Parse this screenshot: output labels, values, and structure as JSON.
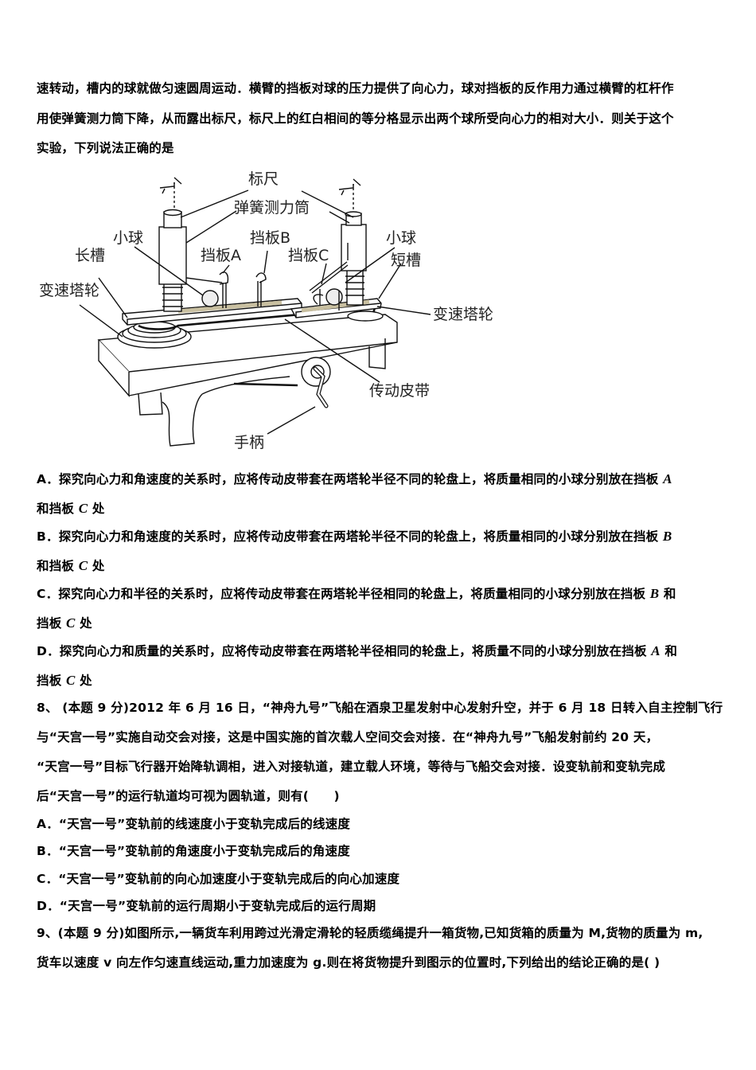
{
  "intro": {
    "lines": [
      "速转动，槽内的球就做匀速圆周运动．横臂的挡板对球的压力提供了向心力，球对挡板的反作用力通过横臂的杠杆作",
      "用使弹簧测力筒下降，从而露出标尺，标尺上的红白相间的等分格显示出两个球所受向心力的相对大小．则关于这个",
      "实验，下列说法正确的是"
    ]
  },
  "figure": {
    "labels": {
      "scale": "标尺",
      "spring_cylinder": "弹簧测力筒",
      "ball_left": "小球",
      "ball_right": "小球",
      "baffle_a": "挡板A",
      "baffle_b": "挡板B",
      "baffle_c": "挡板C",
      "long_slot": "长槽",
      "short_slot": "短槽",
      "pulley_left": "变速塔轮",
      "pulley_right": "变速塔轮",
      "belt": "传动皮带",
      "handle": "手柄"
    },
    "colors": {
      "slot_strip": "#c8bfa0",
      "stroke": "#111111"
    }
  },
  "q7_options": [
    {
      "line1_pre": "A．探究向心力和角速度的关系时，应将传动皮带套在两塔轮半径不同的轮盘上，将质量相同的小球分别放在挡板 ",
      "line1_it": "A",
      "line1_post": "",
      "line2_pre": "和挡板 ",
      "line2_it": "C",
      "line2_post": " 处"
    },
    {
      "line1_pre": "B．探究向心力和角速度的关系时，应将传动皮带套在两塔轮半径不同的轮盘上，将质量相同的小球分别放在挡板 ",
      "line1_it": "B",
      "line1_post": "",
      "line2_pre": "和挡板 ",
      "line2_it": "C",
      "line2_post": " 处"
    },
    {
      "line1_pre": "C．探究向心力和半径的关系时，应将传动皮带套在两塔轮半径相同的轮盘上，将质量相同的小球分别放在挡板 ",
      "line1_it": "B",
      "line1_post": " 和",
      "line2_pre": "挡板 ",
      "line2_it": "C",
      "line2_post": " 处"
    },
    {
      "line1_pre": "D．探究向心力和质量的关系时，应将传动皮带套在两塔轮半径相同的轮盘上，将质量不同的小球分别放在挡板 ",
      "line1_it": "A",
      "line1_post": " 和",
      "line2_pre": "挡板 ",
      "line2_it": "C",
      "line2_post": " 处"
    }
  ],
  "q8": {
    "stem_lines": [
      "8、 (本题 9 分)2012 年 6 月 16 日，“神舟九号”飞船在酒泉卫星发射中心发射升空，并于 6 月 18 日转入自主控制飞行",
      "与“天宫一号”实施自动交会对接，这是中国实施的首次载人空间交会对接．在“神舟九号”飞船发射前约 20 天，",
      "“天宫一号”目标飞行器开始降轨调相，进入对接轨道，建立载人环境，等待与飞船交会对接．设变轨前和变轨完成",
      "后“天宫一号”的运行轨道均可视为圆轨道，则有(　　)"
    ],
    "options": [
      "A．“天宫一号”变轨前的线速度小于变轨完成后的线速度",
      "B．“天宫一号”变轨前的角速度小于变轨完成后的角速度",
      "C．“天宫一号”变轨前的向心加速度小于变轨完成后的向心加速度",
      "D．“天宫一号”变轨前的运行周期小于变轨完成后的运行周期"
    ]
  },
  "q9": {
    "stem_lines": [
      "9、(本题 9 分)如图所示,一辆货车利用跨过光滑定滑轮的轻质缆绳提升一箱货物,已知货箱的质量为 M,货物的质量为 m,",
      "货车以速度 v 向左作匀速直线运动,重力加速度为 g.则在将货物提升到图示的位置时,下列给出的结论正确的是( )"
    ]
  }
}
